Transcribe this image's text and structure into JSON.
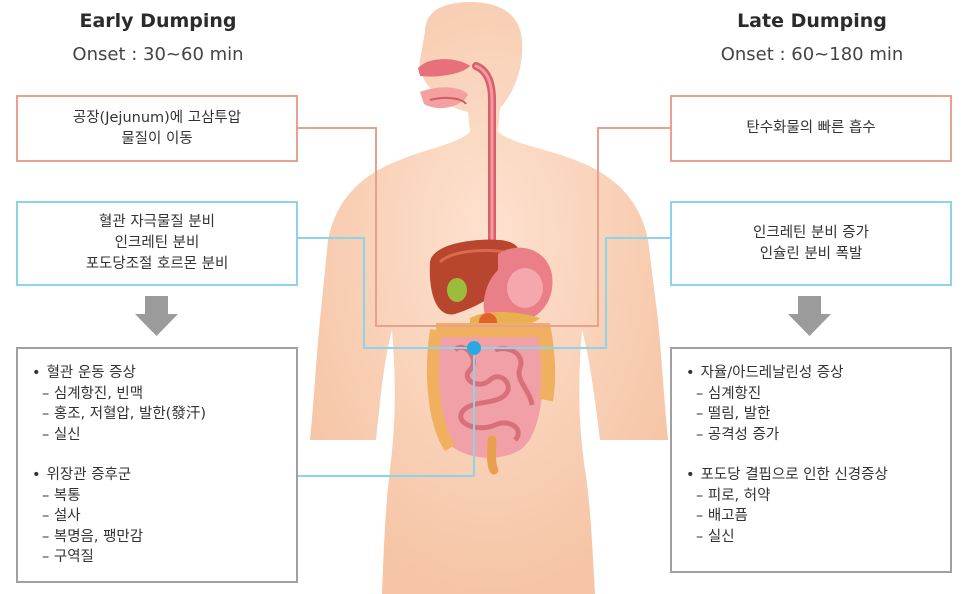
{
  "early": {
    "title": "Early Dumping",
    "onset": "Onset : 30~60 min",
    "box1": [
      "공장(Jejunum)에 고삼투압",
      "물질이 이동"
    ],
    "box2": [
      "혈관 자극물질 분비",
      "인크레틴 분비",
      "포도당조절 호르몬 분비"
    ],
    "symptoms": [
      {
        "heading": "혈관 운동 증상",
        "items": [
          "심계항진, 빈맥",
          "홍조, 저혈압, 발한(發汗)",
          "실신"
        ]
      },
      {
        "heading": "위장관 증후군",
        "items": [
          "복통",
          "설사",
          "복명음, 팽만감",
          "구역질"
        ]
      }
    ]
  },
  "late": {
    "title": "Late Dumping",
    "onset": "Onset : 60~180 min",
    "box1": [
      "탄수화물의 빠른 흡수"
    ],
    "box2": [
      "인크레틴 분비 증가",
      "인슐린 분비 폭발"
    ],
    "symptoms": [
      {
        "heading": "자율/아드레날린성 증상",
        "items": [
          "심계항진",
          "떨림, 발한",
          "공격성 증가"
        ]
      },
      {
        "heading": "포도당 결핍으로 인한 신경증상",
        "items": [
          "피로, 허약",
          "배고픔",
          "실신"
        ]
      }
    ]
  },
  "colors": {
    "salmon": "#e8a190",
    "blue": "#8cd3ec",
    "gray": "#a0a0a0",
    "skin": "#f9d0b5",
    "dot": "#29a9e3"
  }
}
